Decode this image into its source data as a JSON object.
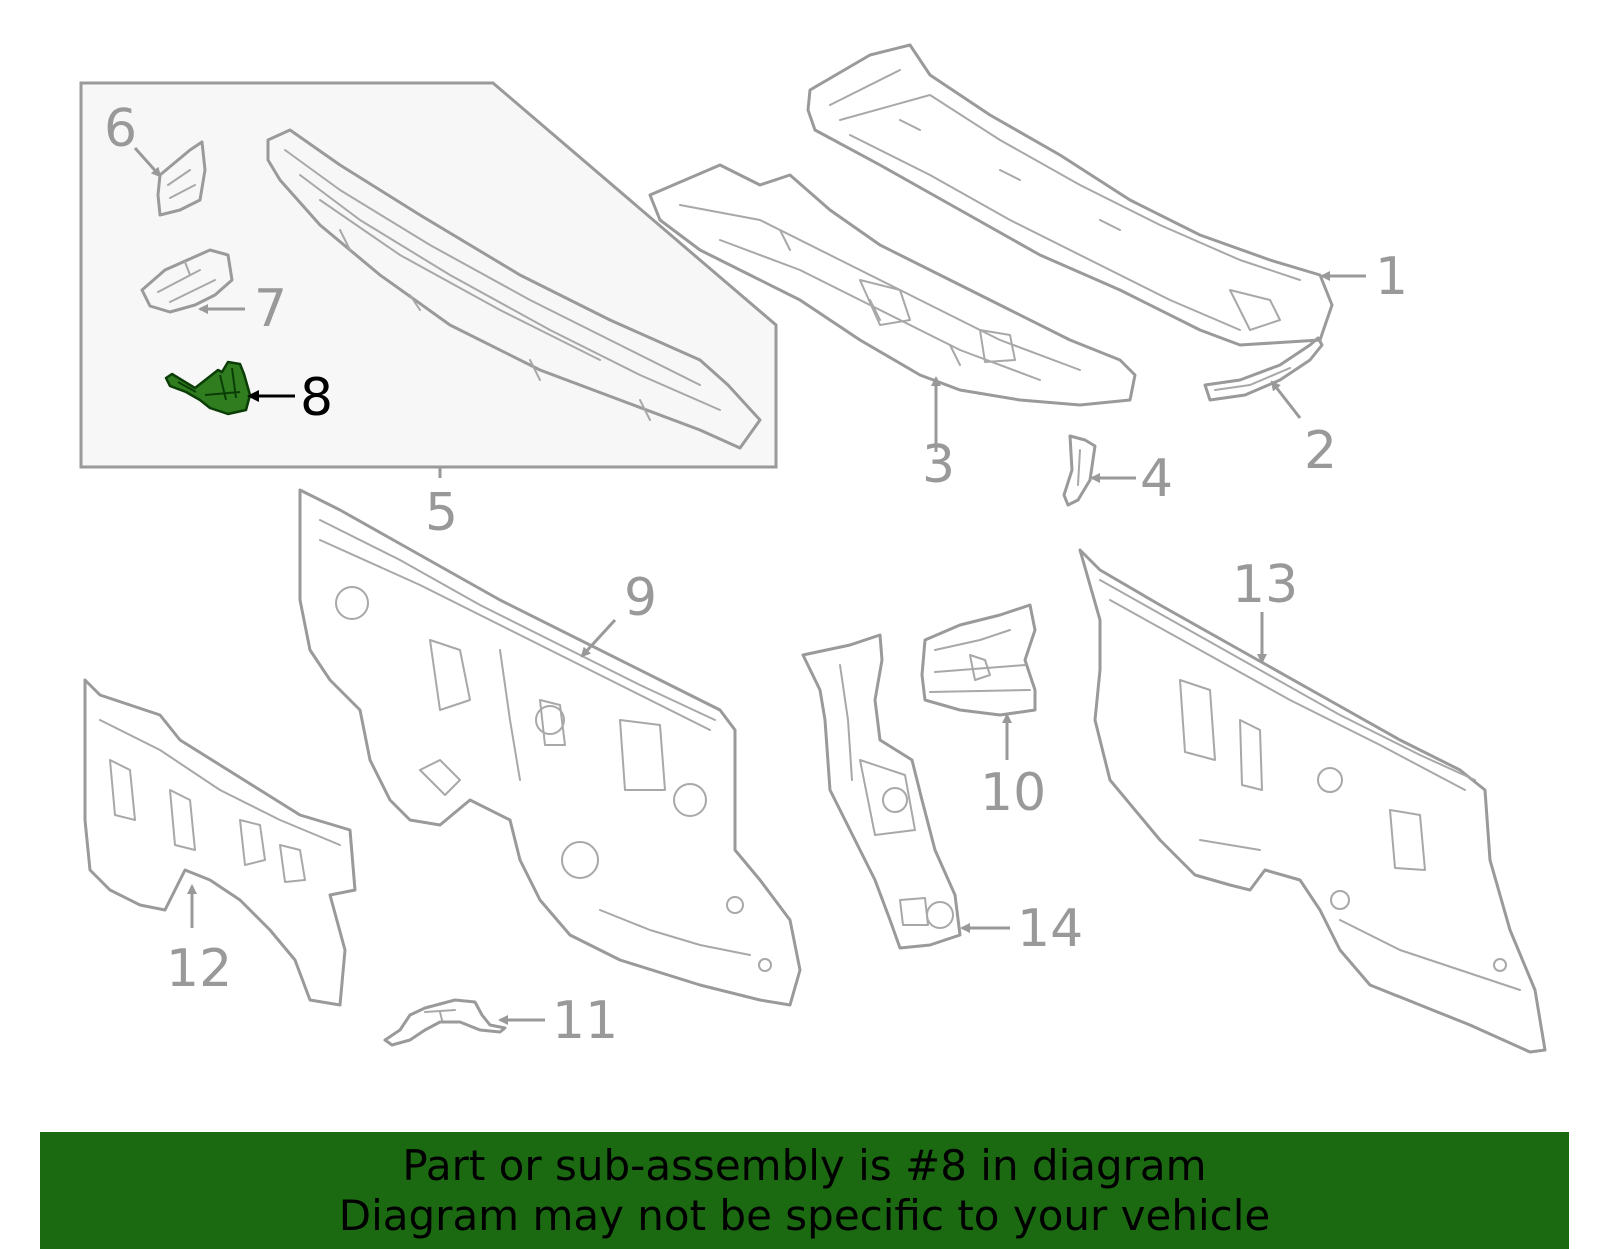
{
  "diagram": {
    "highlight_color": "#2f7d1f",
    "inset_background": "#f7f7f7",
    "callouts": [
      {
        "id": "1",
        "label": "1",
        "active": false
      },
      {
        "id": "2",
        "label": "2",
        "active": false
      },
      {
        "id": "3",
        "label": "3",
        "active": false
      },
      {
        "id": "4",
        "label": "4",
        "active": false
      },
      {
        "id": "5",
        "label": "5",
        "active": false
      },
      {
        "id": "6",
        "label": "6",
        "active": false
      },
      {
        "id": "7",
        "label": "7",
        "active": false
      },
      {
        "id": "8",
        "label": "8",
        "active": true
      },
      {
        "id": "9",
        "label": "9",
        "active": false
      },
      {
        "id": "10",
        "label": "10",
        "active": false
      },
      {
        "id": "11",
        "label": "11",
        "active": false
      },
      {
        "id": "12",
        "label": "12",
        "active": false
      },
      {
        "id": "13",
        "label": "13",
        "active": false
      },
      {
        "id": "14",
        "label": "14",
        "active": false
      }
    ]
  },
  "banner": {
    "background": "#1b6a12",
    "line1": "Part or sub-assembly is #8 in diagram",
    "line2": "Diagram may not be specific to your vehicle"
  }
}
